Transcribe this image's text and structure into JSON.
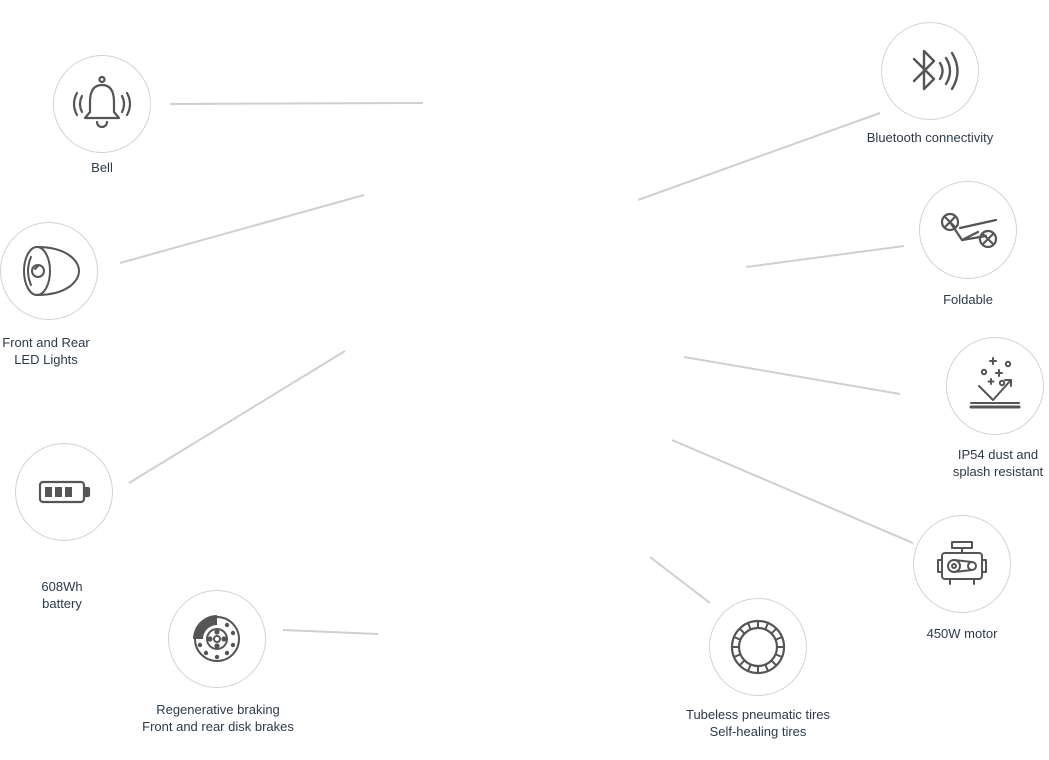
{
  "features": [
    {
      "id": "bell",
      "icon": "bell-icon",
      "lines": [
        "Bell"
      ]
    },
    {
      "id": "bluetooth",
      "icon": "bluetooth-icon",
      "lines": [
        "Bluetooth connectivity"
      ]
    },
    {
      "id": "lights",
      "icon": "headlight-icon",
      "lines": [
        "Front and Rear",
        "LED Lights"
      ]
    },
    {
      "id": "foldable",
      "icon": "folding-scooter-icon",
      "lines": [
        "Foldable"
      ]
    },
    {
      "id": "ip54",
      "icon": "splash-resistant-icon",
      "lines": [
        "IP54 dust and",
        "splash resistant"
      ]
    },
    {
      "id": "battery",
      "icon": "battery-icon",
      "lines": [
        "608Wh",
        "battery"
      ]
    },
    {
      "id": "motor",
      "icon": "motor-icon",
      "lines": [
        "450W motor"
      ]
    },
    {
      "id": "brakes",
      "icon": "disk-brake-icon",
      "lines": [
        "Regenerative braking",
        "Front and rear disk brakes"
      ]
    },
    {
      "id": "tires",
      "icon": "tire-icon",
      "lines": [
        "Tubeless pneumatic tires",
        "Self-healing tires"
      ]
    }
  ],
  "colors": {
    "line": "#cfcfcf",
    "circle_border": "#d2d2d2",
    "icon": "#555555",
    "label": "#2b3a4a"
  }
}
